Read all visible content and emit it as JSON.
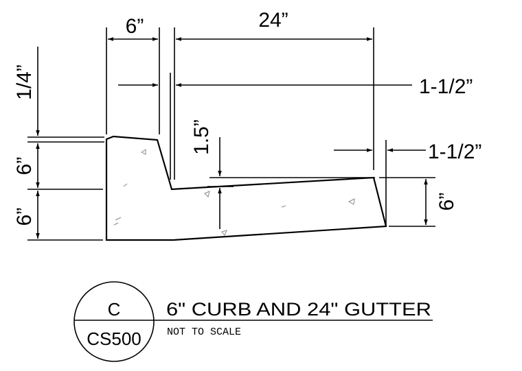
{
  "dimensions": {
    "curb_top_width": "6”",
    "gutter_width": "24”",
    "top_right_offset": "1-1/2”",
    "right_offset": "1-1/2”",
    "lip_drop": "1/4”",
    "curb_exposed_height": "6”",
    "curb_base_height": "6”",
    "gutter_depth": "1.5”",
    "gutter_edge_thickness": "6”"
  },
  "title_block": {
    "bubble_letter": "C",
    "bubble_sheet": "CS500",
    "title": "6\" CURB AND 24\" GUTTER",
    "subtitle": "NOT TO SCALE"
  }
}
